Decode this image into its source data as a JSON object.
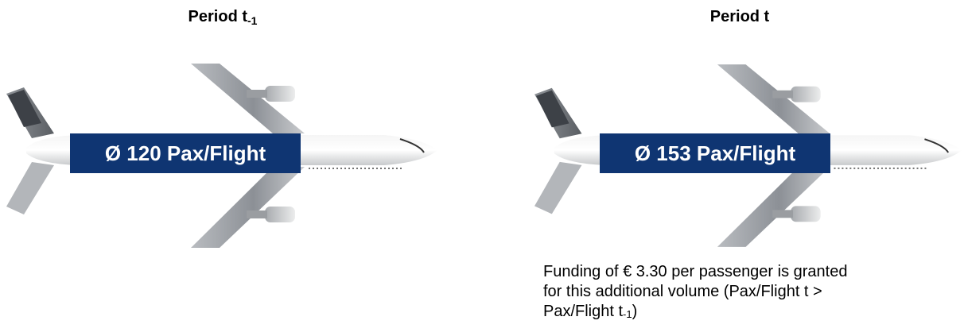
{
  "periods": [
    {
      "title_main": "Period t",
      "title_sub": "-1",
      "pax_label": "Ø 120 Pax/Flight"
    },
    {
      "title_main": "Period t",
      "title_sub": "",
      "pax_label": "Ø 153 Pax/Flight"
    }
  ],
  "note": {
    "line1": "Funding of € 3.30 per passenger is granted",
    "line2": "for this additional volume (Pax/Flight t >",
    "line3_prefix": "Pax/Flight t",
    "line3_sub": "-1",
    "line3_suffix": ")"
  },
  "colors": {
    "label_bg": "#0f3572",
    "label_text": "#ffffff"
  },
  "icons": [
    "airplane-icon",
    "airplane-icon"
  ]
}
